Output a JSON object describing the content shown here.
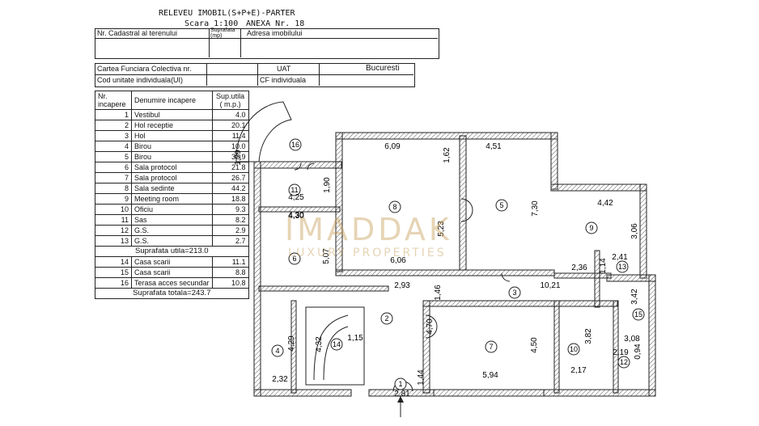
{
  "header": {
    "title": "RELEVEU IMOBIL(S+P+E)-PARTER",
    "scale": "Scara 1:100",
    "annex": "ANEXA Nr. 18"
  },
  "cadastral": {
    "col1": "Nr. Cadastral al terenului",
    "col2": "Suprafata (mp)",
    "col3": "Adresa imobilului"
  },
  "registry": {
    "carte_label": "Cartea Funciara Colectiva nr.",
    "uat_label": "UAT",
    "uat_value": "Bucuresti",
    "cod_label": "Cod unitate individuala(UI)",
    "cf_label": "CF individuala"
  },
  "rooms_table": {
    "headers": {
      "nr": "Nr. incapere",
      "name": "Denumire incapere",
      "area": "Sup.utila ( m.p.)"
    },
    "rows": [
      {
        "nr": "1",
        "name": "Vestibul",
        "area": "4.0"
      },
      {
        "nr": "2",
        "name": "Hol receptie",
        "area": "20.1"
      },
      {
        "nr": "3",
        "name": "Hol",
        "area": "11.4"
      },
      {
        "nr": "4",
        "name": "Birou",
        "area": "10.0"
      },
      {
        "nr": "5",
        "name": "Birou",
        "area": "32.9"
      },
      {
        "nr": "6",
        "name": "Sala protocol",
        "area": "21.8"
      },
      {
        "nr": "7",
        "name": "Sala protocol",
        "area": "26.7"
      },
      {
        "nr": "8",
        "name": "Sala sedinte",
        "area": "44.2"
      },
      {
        "nr": "9",
        "name": "Meeting room",
        "area": "18.8"
      },
      {
        "nr": "10",
        "name": "Oficiu",
        "area": "9.3"
      },
      {
        "nr": "11",
        "name": "Sas",
        "area": "8.2"
      },
      {
        "nr": "12",
        "name": "G.S.",
        "area": "2.9"
      },
      {
        "nr": "13",
        "name": "G.S.",
        "area": "2.7"
      }
    ],
    "useful_total": "Suprafata utila=213.0",
    "extra_rows": [
      {
        "nr": "14",
        "name": "Casa scarii",
        "area": "11.1"
      },
      {
        "nr": "15",
        "name": "Casa scarii",
        "area": "8.8"
      },
      {
        "nr": "16",
        "name": "Terasa acces secundar",
        "area": "10.8"
      }
    ],
    "grand_total": "Suprafata totala=243.7"
  },
  "plan": {
    "room_numbers": [
      "1",
      "2",
      "3",
      "4",
      "5",
      "6",
      "7",
      "8",
      "9",
      "10",
      "11",
      "12",
      "13",
      "14",
      "15",
      "16"
    ],
    "dimensions": [
      "6,09",
      "1,62",
      "4,51",
      "7,30",
      "5,23",
      "6,06",
      "4,42",
      "3,06",
      "2,36",
      "2,41",
      "1,14",
      "10,21",
      "2,93",
      "1,46",
      "4,70",
      "4,50",
      "5,94",
      "4,30",
      "1,29",
      "4,25",
      "1,90",
      "4,30",
      "5,07",
      "4,29",
      "2,32",
      "4,32",
      "1,15",
      "1,44",
      "2,81",
      "3,42",
      "3,08",
      "3,82",
      "2,19",
      "0,94",
      "2,17"
    ]
  },
  "watermark": {
    "brand": "IMADDAK",
    "sub": "LUXURY PROPERTIES"
  }
}
